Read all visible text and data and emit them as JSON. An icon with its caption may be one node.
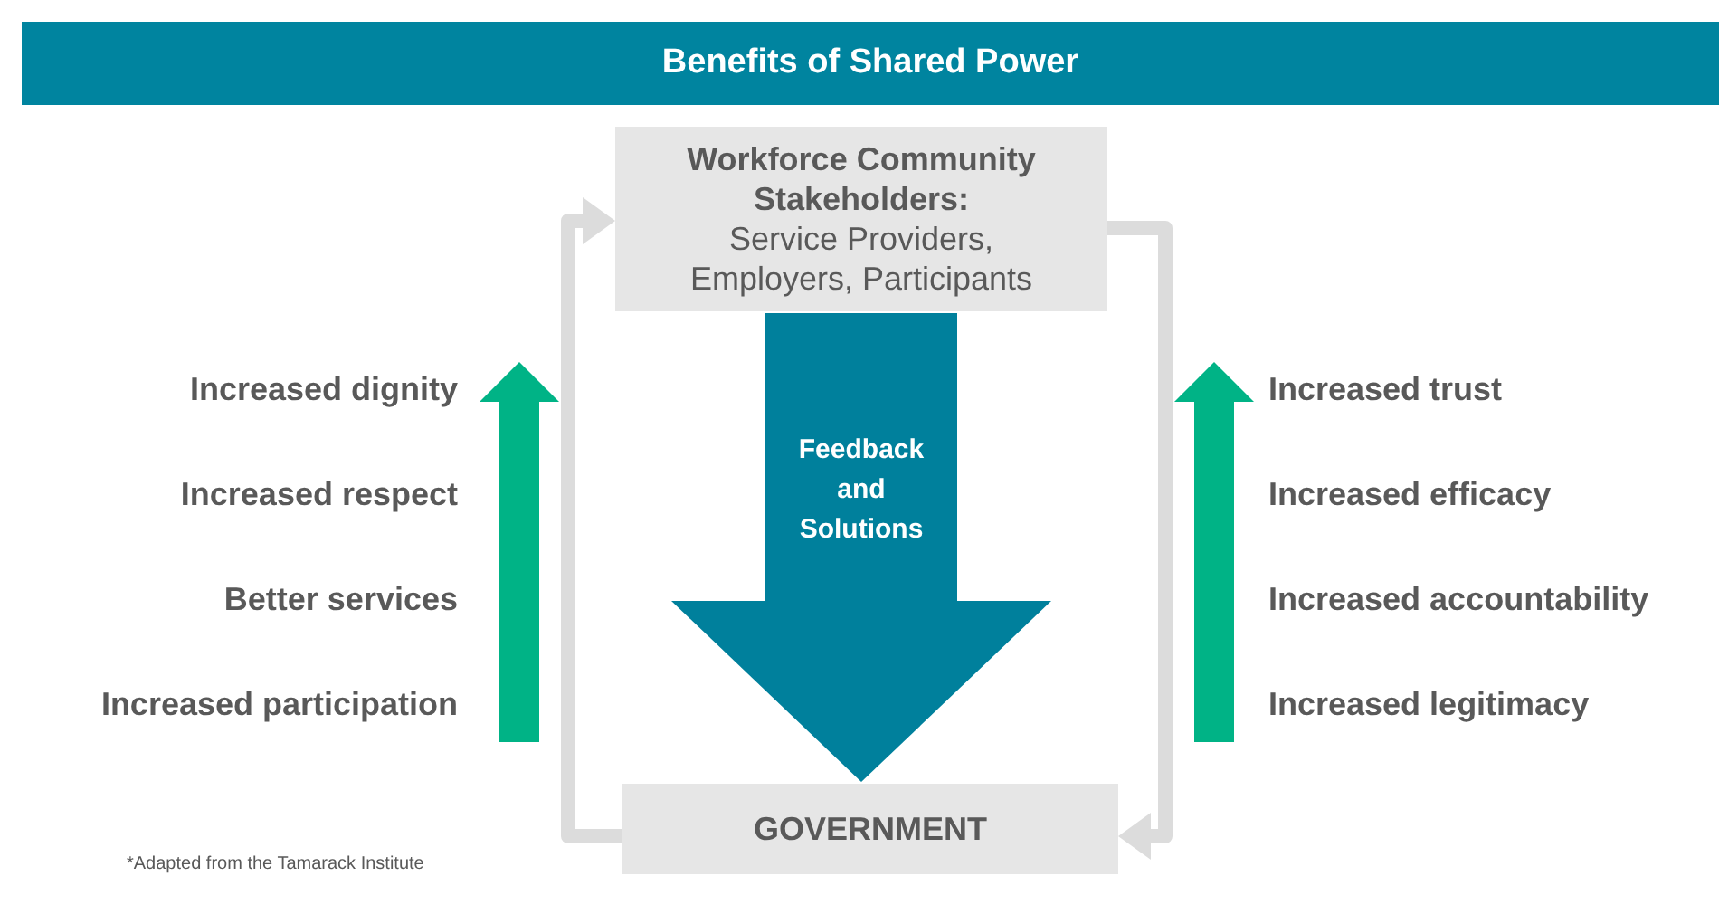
{
  "diagram": {
    "title": "Benefits of Shared Power",
    "nodes": [
      {
        "text": [
          "Workforce Community Stakeholders:",
          "Service Providers, Employers, Participants"
        ]
      },
      {
        "text": [
          "GOVERNMENT"
        ]
      }
    ],
    "edges": [
      {
        "from": 0,
        "to": 1,
        "arrow": "to"
      },
      {
        "from": 1,
        "to": 0,
        "arrow": "to"
      },
      {
        "from": 0,
        "to": 1,
        "arrow": "to",
        "label": "Feedback and Solutions",
        "style": "thick",
        "color": "#00809c"
      }
    ],
    "labels": [
      "Increased dignity",
      "Increased respect",
      "Better services",
      "Increased participation",
      "Increased trust",
      "Increased efficacy",
      "Increased accountability",
      "Increased legitimacy",
      "*Adapted from the Tamarack Institute"
    ]
  }
}
